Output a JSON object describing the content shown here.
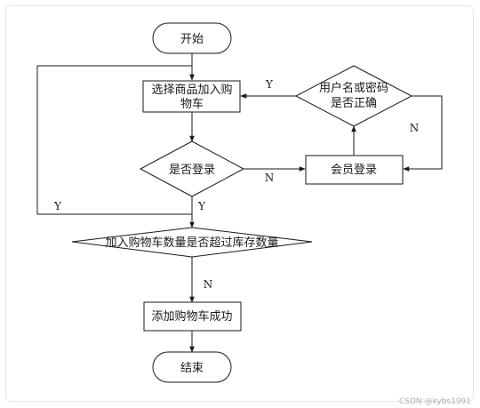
{
  "nodes": {
    "start": "开始",
    "select_line1": "选择商品加入购",
    "select_line2": "物车",
    "login_check": "是否登录",
    "credentials_line1": "用户名或密码",
    "credentials_line2": "是否正确",
    "member_login": "会员登录",
    "stock_check": "加入购物车数量是否超过库存数量",
    "add_success": "添加购物车成功",
    "end": "结束"
  },
  "edge_labels": {
    "credentials_yes": "Y",
    "credentials_no": "N",
    "login_no": "N",
    "login_yes": "Y",
    "stock_yes": "Y",
    "stock_no": "N"
  },
  "watermark": "CSDN @kybs1991"
}
